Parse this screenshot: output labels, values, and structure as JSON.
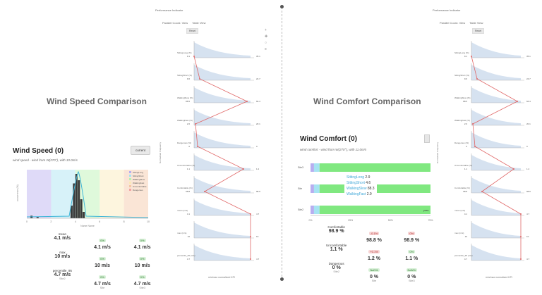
{
  "left_title": "Wind Speed Comparison",
  "right_title": "Wind Comfort Comparison",
  "perf": {
    "title": "Performance Indicator",
    "tab_parallel": "Parallel Coord. View",
    "tab_table": "Table View",
    "reset": "Reset",
    "bottom_label": "min/max normalized KPI",
    "side_label": "Normalized Frequency"
  },
  "wind_speed": {
    "title": "Wind Speed (0)",
    "subtitle": "wind speed - wind from W(270°), with 10.0m/s",
    "button": "current",
    "xlabel": "Name Name",
    "ylabel": "occurrence (%)",
    "legend": [
      "SittingLong",
      "SittingShort",
      "WalkingSlow",
      "WalkingFast",
      "Uncomfortable",
      "Dangerous"
    ],
    "xticks": [
      "0",
      "2",
      "4",
      "6",
      "8",
      "10"
    ],
    "stats": [
      {
        "label": "mean",
        "values": [
          "4.1 m/s",
          "4.1 m/s",
          "4.1 m/s"
        ],
        "badges": [
          "",
          "0%",
          "0%"
        ]
      },
      {
        "label": "max",
        "values": [
          "10 m/s",
          "10 m/s",
          "10 m/s"
        ],
        "badges": [
          "",
          "0%",
          "0%"
        ]
      },
      {
        "label": "percentile_95",
        "values": [
          "4.7 m/s",
          "4.7 m/s",
          "4.7 m/s"
        ],
        "badges": [
          "",
          "0%",
          "0%"
        ]
      }
    ],
    "columns": [
      "Site2",
      "Site",
      "Site3"
    ]
  },
  "wind_comfort": {
    "title": "Wind Comfort (0)",
    "subtitle": "wind comfort - wind from W(270°), with 11.0m/s",
    "rows": [
      "Site3",
      "Site",
      "Site2"
    ],
    "xticks": [
      "0%",
      "25%",
      "50%",
      "75%"
    ],
    "tooltip": [
      {
        "label": "SittingLong",
        "value": "2.9"
      },
      {
        "label": "SittingShort",
        "value": "4.6"
      },
      {
        "label": "WalkingSlow",
        "value": "88.3"
      },
      {
        "label": "WalkingFast",
        "value": "2.9"
      }
    ],
    "bar_end_label": "pass",
    "stats": [
      {
        "label": "Comfortable",
        "values": [
          "98.9 %",
          "98.8 %",
          "98.9 %"
        ],
        "badges": [
          "",
          "-0.1%",
          "0%"
        ],
        "badge_colors": [
          "",
          "red",
          "red"
        ]
      },
      {
        "label": "Uncomfortable",
        "values": [
          "1.1 %",
          "1.2 %",
          "1.1 %"
        ],
        "badges": [
          "",
          "+0.1%",
          "0%"
        ],
        "badge_colors": [
          "",
          "red",
          "green"
        ]
      },
      {
        "label": "Dangerous",
        "values": [
          "0 %",
          "0 %",
          "0 %"
        ],
        "badges": [
          "",
          "NaN%",
          "NaN%"
        ],
        "badge_colors": [
          "",
          "green",
          "green"
        ]
      }
    ],
    "columns": [
      "Site2",
      "Site",
      "Site3"
    ]
  },
  "pc_axes": [
    "SittingLong (%)",
    "SittingShort (%)",
    "WalkingSlow (%)",
    "WalkingFast (%)",
    "Dangerous (%)",
    "Uncomfortable (%)",
    "Comfortable (%)",
    "mean (m/s)",
    "max (m/s)",
    "percentile_95 (m/s)"
  ],
  "pc_left_vals": [
    "9.1",
    "9.6",
    "88.5",
    "2.6",
    "0",
    "1.1",
    "98.8",
    "4.1",
    "10",
    "4.7"
  ],
  "pc_right_vals": [
    "35.1",
    "24.7",
    "66.4",
    "20.1",
    "0",
    "1.2",
    "98.9",
    "4.7",
    "10",
    "4.7"
  ],
  "colors": {
    "sitting_long": "#b7aef0",
    "sitting_short": "#a6e3f2",
    "walking_slow": "#b8f2b0",
    "walking_fast": "#fbe9b5",
    "uncomfortable": "#f4c6a4",
    "dangerous": "#f2a3a3",
    "comfort_green": "#80e880",
    "pc_line": "#e06666",
    "pc_area": "#c5d6ea"
  }
}
